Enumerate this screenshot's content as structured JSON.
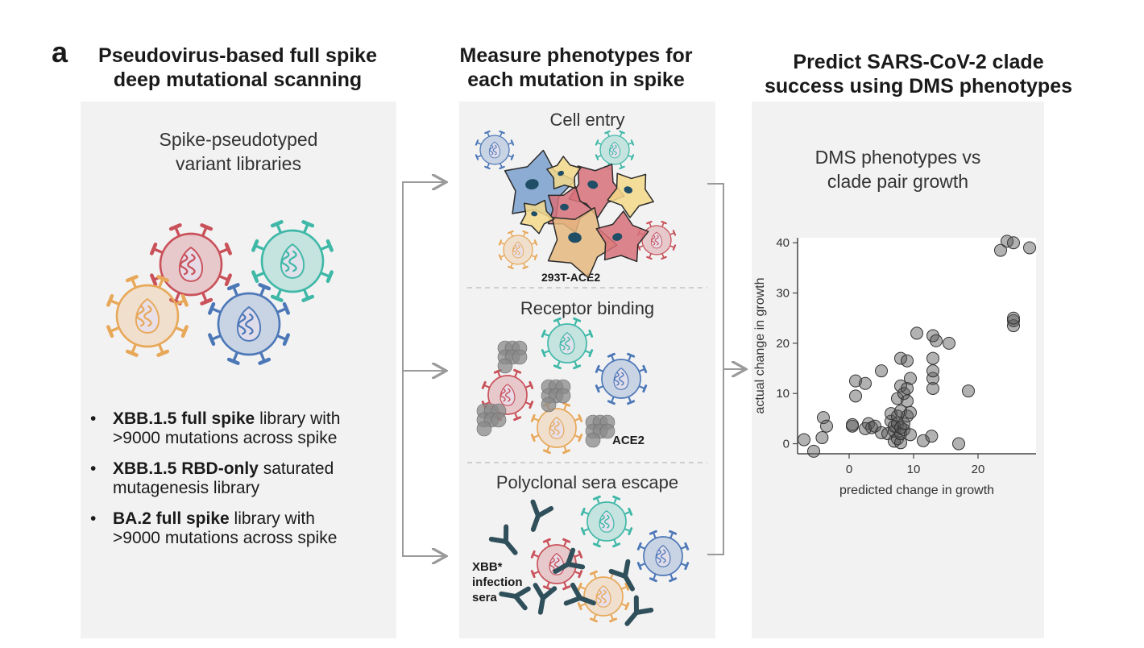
{
  "panel_letter": "a",
  "columns": [
    {
      "title_line1": "Pseudovirus-based full spike",
      "title_line2": "deep mutational scanning"
    },
    {
      "title_line1": "Measure phenotypes for",
      "title_line2": "each mutation in spike"
    },
    {
      "title_line1": "Predict SARS-CoV-2 clade",
      "title_line2": "success using DMS phenotypes"
    }
  ],
  "left_panel": {
    "subtitle_line1": "Spike-pseudotyped",
    "subtitle_line2": "variant libraries",
    "bullets": [
      {
        "bold": "XBB.1.5 full spike",
        "rest1": " library with",
        "rest2": ">9000 mutations across spike"
      },
      {
        "bold": "XBB.1.5 RBD-only",
        "rest1": " saturated",
        "rest2": "mutagenesis library"
      },
      {
        "bold": "BA.2 full spike",
        "rest1": " library with",
        "rest2": ">9000 mutations across spike"
      }
    ],
    "bullet_symbol": "•"
  },
  "middle_panel": {
    "sections": [
      {
        "title": "Cell entry",
        "label": "293T-ACE2"
      },
      {
        "title": "Receptor binding",
        "label": "ACE2"
      },
      {
        "title": "Polyclonal sera escape",
        "label_lines": [
          "XBB*",
          "infection",
          "sera"
        ]
      }
    ]
  },
  "right_panel": {
    "subtitle_line1": "DMS phenotypes vs",
    "subtitle_line2": "clade pair growth"
  },
  "colors": {
    "red": "#c9515a",
    "teal": "#3fb8a8",
    "orange": "#e8a85a",
    "blue": "#4d78b8",
    "yellow": "#f0d27a",
    "panel_bg": "#f2f2f2",
    "antibody": "#2f4f5a"
  },
  "icons": [
    "virion-icon",
    "cell-icon",
    "ace2-protein-icon",
    "antibody-icon",
    "arrow-icon"
  ],
  "chart_data": {
    "type": "scatter",
    "xlabel": "predicted change in growth",
    "ylabel": "actual change in growth",
    "xlim": [
      -8,
      29
    ],
    "ylim": [
      -2,
      41
    ],
    "xticks": [
      0,
      10,
      20
    ],
    "yticks": [
      0,
      10,
      20,
      30,
      40
    ],
    "grid": false,
    "points": [
      [
        -7,
        0.8
      ],
      [
        -5.5,
        -1.5
      ],
      [
        -4,
        5.2
      ],
      [
        -3.5,
        3.5
      ],
      [
        -4.2,
        1.2
      ],
      [
        0.5,
        3.5
      ],
      [
        0.5,
        3.8
      ],
      [
        1,
        9.5
      ],
      [
        1,
        12.5
      ],
      [
        2.5,
        12
      ],
      [
        3,
        4
      ],
      [
        3.5,
        3.2
      ],
      [
        2.5,
        3
      ],
      [
        4,
        3.5
      ],
      [
        5,
        2.2
      ],
      [
        5,
        14.5
      ],
      [
        6,
        2
      ],
      [
        6.5,
        4.5
      ],
      [
        6.5,
        6
      ],
      [
        7,
        0.5
      ],
      [
        7,
        2.5
      ],
      [
        7,
        3.5
      ],
      [
        7.5,
        1
      ],
      [
        7.5,
        4
      ],
      [
        7.5,
        5.5
      ],
      [
        7.5,
        9
      ],
      [
        8,
        0.2
      ],
      [
        8,
        2
      ],
      [
        8,
        3.2
      ],
      [
        8,
        6.5
      ],
      [
        8,
        11.5
      ],
      [
        8,
        17
      ],
      [
        8.5,
        2.8
      ],
      [
        8.5,
        4
      ],
      [
        8.5,
        10
      ],
      [
        9,
        5.5
      ],
      [
        9,
        8.5
      ],
      [
        9,
        11
      ],
      [
        9,
        16.5
      ],
      [
        9.5,
        1.8
      ],
      [
        9.5,
        6.2
      ],
      [
        9.5,
        13
      ],
      [
        10.5,
        22
      ],
      [
        11.5,
        0.6
      ],
      [
        12.8,
        1.5
      ],
      [
        13,
        11
      ],
      [
        13,
        13
      ],
      [
        13,
        14.5
      ],
      [
        13,
        17
      ],
      [
        13,
        21.5
      ],
      [
        13.5,
        20.5
      ],
      [
        15.5,
        20
      ],
      [
        17,
        0
      ],
      [
        18.5,
        10.5
      ],
      [
        23.5,
        38.5
      ],
      [
        24.5,
        40.3
      ],
      [
        25.5,
        40
      ],
      [
        25.5,
        23.5
      ],
      [
        25.5,
        24.5
      ],
      [
        25.5,
        25
      ],
      [
        28,
        39
      ]
    ]
  }
}
